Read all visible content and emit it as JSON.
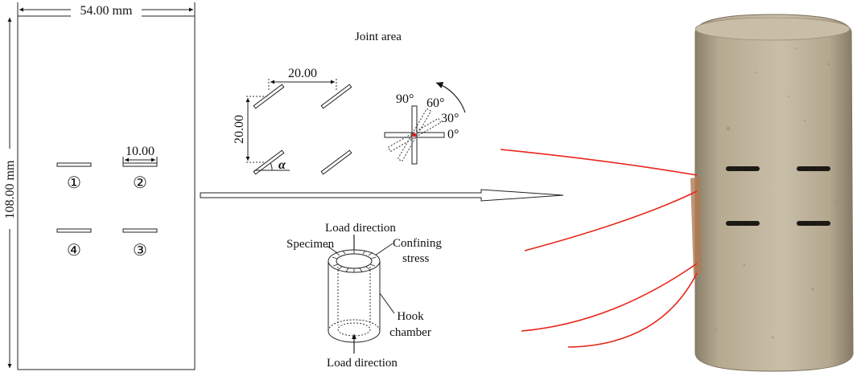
{
  "specimen_sketch": {
    "width_label": "54.00 mm",
    "height_label": "108.00 mm",
    "flaw_length_label": "10.00",
    "flaw_numbers": [
      "①",
      "②",
      "③",
      "④"
    ]
  },
  "joint_area": {
    "title": "Joint area",
    "horizontal_spacing": "20.00",
    "vertical_spacing": "20.00",
    "angle_symbol": "α",
    "angles": [
      "90°",
      "60°",
      "30°",
      "0°"
    ]
  },
  "loading_setup": {
    "top_label": "Load direction",
    "bottom_label": "Load direction",
    "specimen_label": "Specimen",
    "confining_label_line1": "Confining",
    "confining_label_line2": "stress",
    "hook_label_line1": "Hook",
    "hook_label_line2": "chamber"
  },
  "photo": {
    "wire_color": "#e8261a",
    "rock_color": "#b7ab93"
  }
}
